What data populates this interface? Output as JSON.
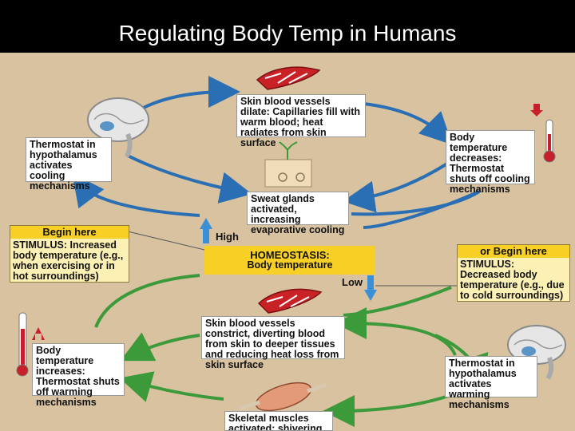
{
  "title": "Regulating Body Temp in Humans",
  "labels": {
    "skin_dilate": "Skin blood vessels dilate: Capillaries fill with warm blood; heat radiates from skin surface",
    "thermostat_cool": "Thermostat in hypothalamus activates cooling mechanisms",
    "temp_decreases": "Body temperature decreases: Thermostat shuts off cooling mechanisms",
    "sweat": "Sweat glands activated, increasing evaporative cooling",
    "begin_here": "Begin here",
    "stimulus_increase": "STIMULUS: Increased body temperature (e.g., when exercising or in hot surroundings)",
    "high": "High",
    "low": "Low",
    "homeostasis": "HOMEOSTASIS:",
    "body_temperature": "Body temperature",
    "or_begin_here": "or Begin here",
    "stimulus_decrease": "STIMULUS: Decreased body temperature (e.g., due to cold surroundings)",
    "skin_constrict": "Skin blood vessels constrict, diverting blood from skin to deeper tissues and reducing heat loss from skin surface",
    "temp_increases": "Body temperature increases: Thermostat shuts off warming mechanisms",
    "thermostat_warm": "Thermostat in hypothalamus activates warming mechanisms",
    "shivering": "Skeletal muscles activated; shivering"
  },
  "colors": {
    "cooling_arrows": "#2a6fb3",
    "warming_arrows": "#3d9a3a",
    "homeostasis_bar": "#f8cf25",
    "stimulus_box": "#fcf0b4",
    "high_arrow": "#3a8fd6",
    "thermometer_red": "#c8202b"
  },
  "icons": [
    "blood-vessel-icon",
    "brain-icon",
    "thermometer-icon",
    "sweat-gland-icon",
    "muscle-icon",
    "arrow-up-icon",
    "arrow-down-icon"
  ]
}
